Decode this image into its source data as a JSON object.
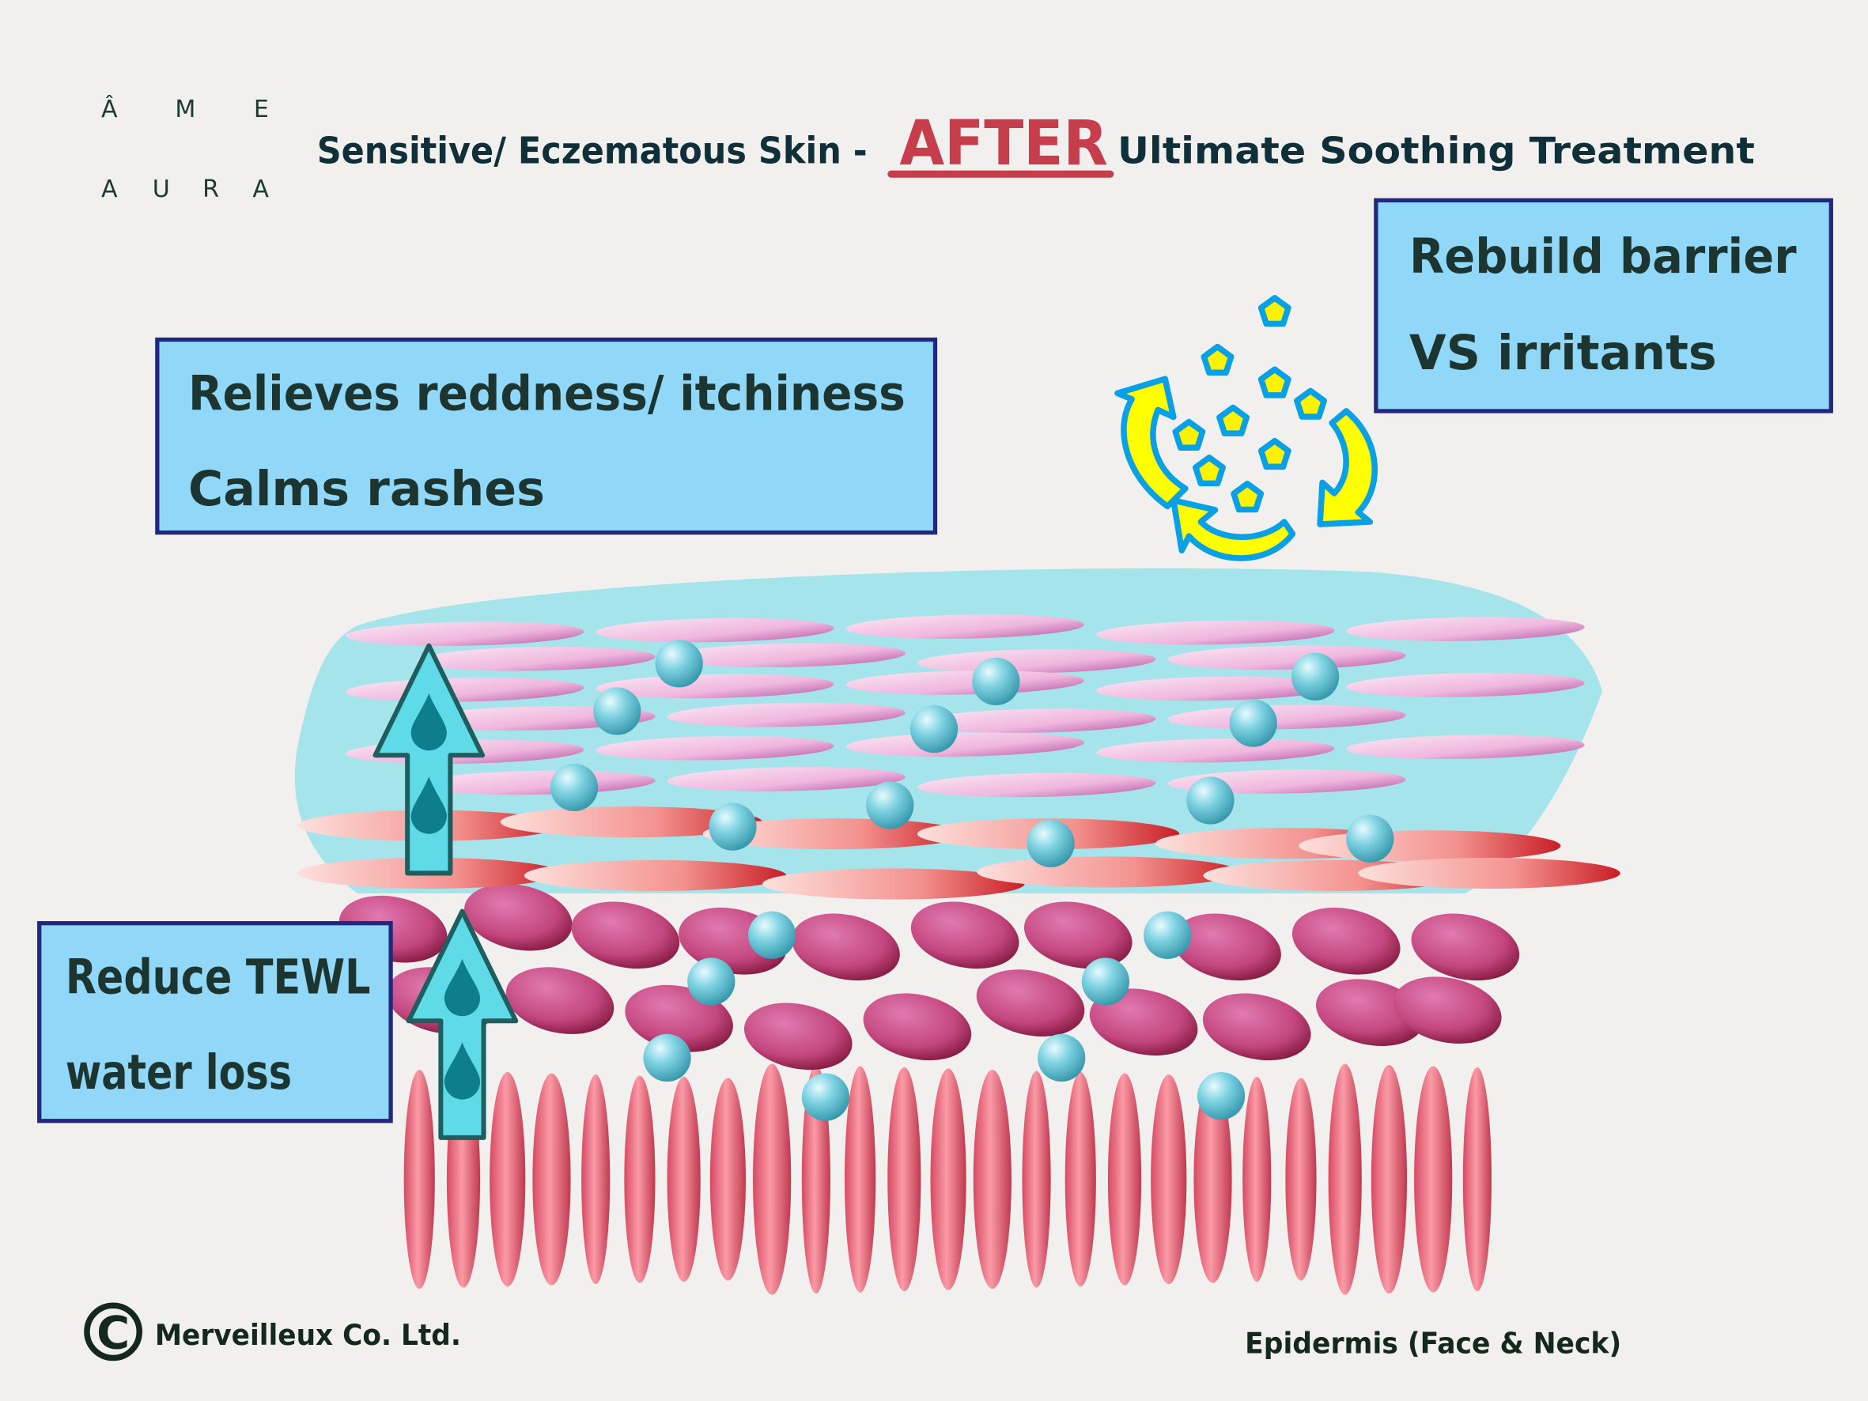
{
  "logo": {
    "line1": [
      "Â",
      "M",
      "E"
    ],
    "line2": [
      "A",
      "U",
      "R",
      "A"
    ]
  },
  "title": {
    "before": "Sensitive/ Eczematous Skin - ",
    "highlight": "AFTER",
    "after": " Ultimate Soothing Treatment"
  },
  "boxes": {
    "relieve": {
      "line1": "Relieves reddness/ itchiness",
      "line2": "Calms rashes"
    },
    "barrier": {
      "line1": "Rebuild barrier",
      "line2": "VS irritants"
    },
    "tewl": {
      "line1": "Reduce TEWL",
      "line2": "water loss"
    }
  },
  "footer": {
    "copyright": "Merveilleux Co. Ltd.",
    "copyright_symbol": "C",
    "label": "Epidermis (Face & Neck)"
  },
  "colors": {
    "accent": "#c63d4b",
    "box_fill": "#90d7f8",
    "box_border": "#23267e",
    "barrier_layer": "#a6e4ec"
  }
}
